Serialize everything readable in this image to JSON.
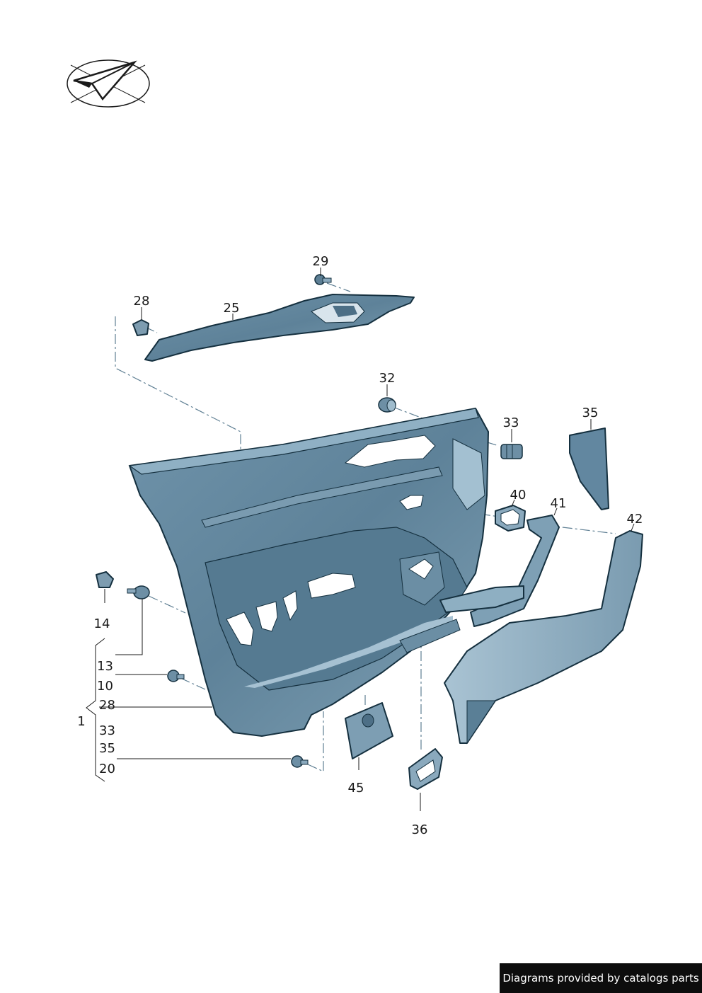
{
  "labels": {
    "l29": "29",
    "l28": "28",
    "l25": "25",
    "l32": "32",
    "l33": "33",
    "l35": "35",
    "l40": "40",
    "l41": "41",
    "l42": "42",
    "l14": "14",
    "l45": "45",
    "l36": "36",
    "g1": "1",
    "list": [
      "13",
      "10",
      "28",
      "33",
      "35",
      "20"
    ]
  },
  "footer": {
    "text": "Diagrams provided by catalogs parts"
  },
  "colors": {
    "part_light": "#8aa9bd",
    "part_mid": "#6d8fa5",
    "part_dark": "#4d6f86",
    "outline": "#15303f"
  },
  "icons": {
    "logo": "paper-plane-icon"
  }
}
